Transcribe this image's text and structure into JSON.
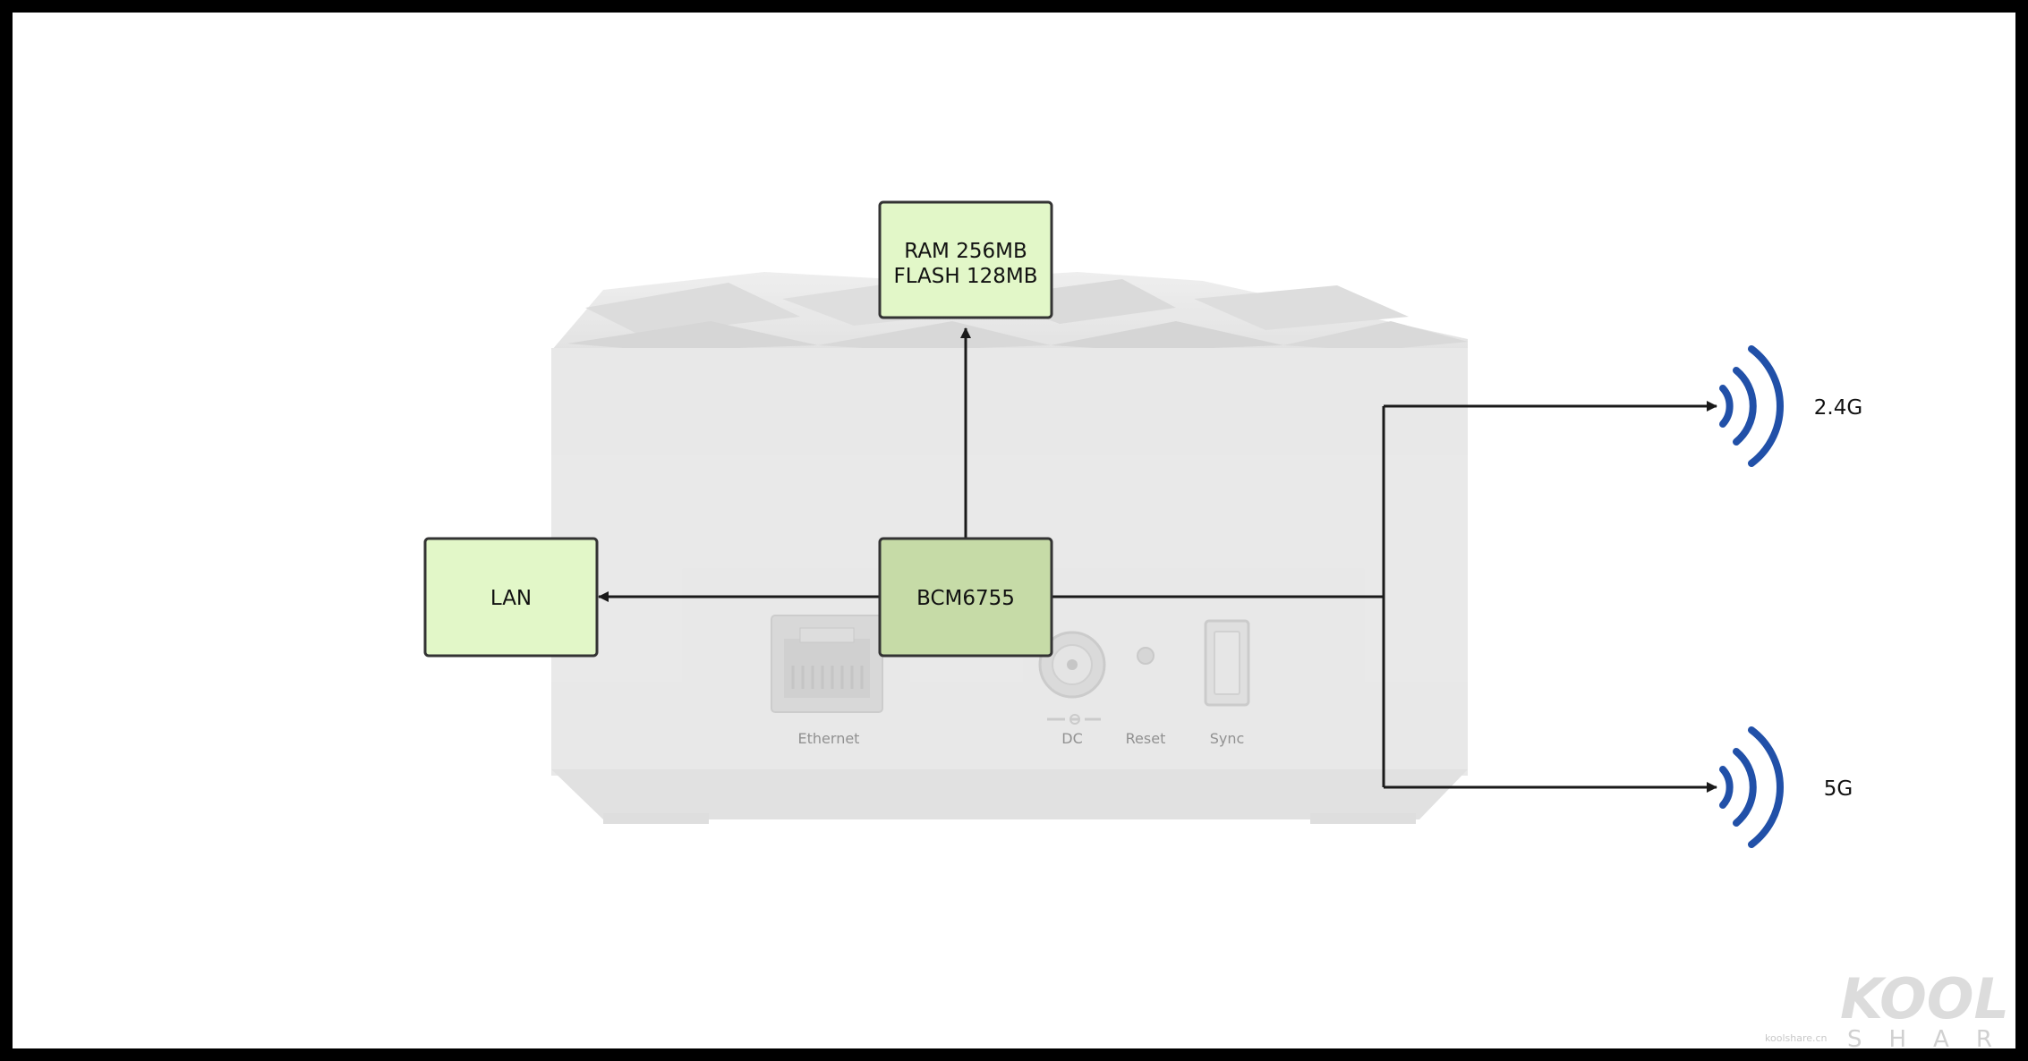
{
  "device": {
    "port_labels": {
      "ethernet": "Ethernet",
      "dc": "DC",
      "reset": "Reset",
      "sync": "Sync"
    }
  },
  "blocks": {
    "memory": {
      "line1": "RAM 256MB",
      "line2": "FLASH 128MB"
    },
    "soc": {
      "label": "BCM6755"
    },
    "lan": {
      "label": "LAN"
    }
  },
  "wireless": {
    "band_24": "2.4G",
    "band_5": "5G",
    "icon": "wifi-signal-icon"
  },
  "watermark": {
    "brand": "KOOL",
    "sub": "SHARE",
    "small": "koolshare.cn"
  },
  "colors": {
    "box_fill_light": "#e2f7c8",
    "box_fill_dark": "#c6dba7",
    "box_border": "#333333",
    "wifi_blue": "#2150a8",
    "arrow": "#1a1a1a",
    "device_body": "#e5e5e5"
  }
}
